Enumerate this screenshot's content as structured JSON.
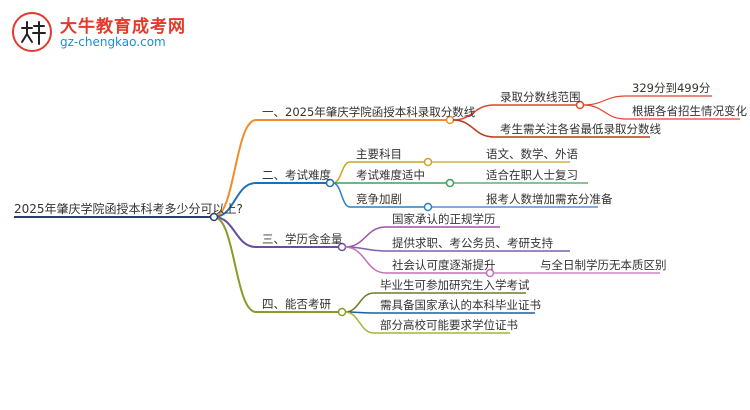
{
  "logo": {
    "title": "大牛教育成考网",
    "url": "gz-chengkao.com",
    "badge_text": "大牛"
  },
  "root": "2025年肇庆学院函授本科考多少分可以上?",
  "branches": [
    {
      "label": "一、2025年肇庆学院函授本科录取分数线",
      "color": "#f08c2a",
      "children": [
        {
          "label": "录取分数线范围",
          "color": "#e0452a",
          "children": [
            "329分到499分",
            "根据各省招生情况变化"
          ]
        },
        {
          "label": "考生需关注各省最低录取分数线",
          "color": "#b83a1e",
          "children": []
        }
      ]
    },
    {
      "label": "二、考试难度",
      "color": "#1f6fb5",
      "children": [
        {
          "label": "主要科目",
          "color": "#c9a51c",
          "children": [
            "语文、数学、外语"
          ]
        },
        {
          "label": "考试难度适中",
          "color": "#3aa05a",
          "children": [
            "适合在职人士复习"
          ]
        },
        {
          "label": "竞争加剧",
          "color": "#2d7fc2",
          "children": [
            "报考人数增加需充分准备"
          ]
        }
      ]
    },
    {
      "label": "三、学历含金量",
      "color": "#6a4fa0",
      "children": [
        {
          "label": "国家承认的正规学历",
          "color": "#a24fa8",
          "children": []
        },
        {
          "label": "提供求职、考公务员、考研支持",
          "color": "#7d5fb0",
          "children": []
        },
        {
          "label": "社会认可度逐渐提升",
          "color": "#c46fb8",
          "children": [
            "与全日制学历无本质区别"
          ]
        }
      ]
    },
    {
      "label": "四、能否考研",
      "color": "#8c9a2a",
      "children": [
        {
          "label": "毕业生可参加研究生入学考试",
          "color": "#6f7b2a",
          "children": []
        },
        {
          "label": "需具备国家承认的本科毕业证书",
          "color": "#1f5fa0",
          "children": []
        },
        {
          "label": "部分高校可能要求学位证书",
          "color": "#a6b52e",
          "children": []
        }
      ]
    }
  ]
}
